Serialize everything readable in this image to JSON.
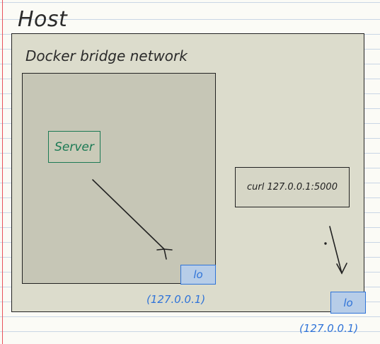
{
  "host": {
    "label": "Host"
  },
  "bridge": {
    "label": "Docker bridge network"
  },
  "server": {
    "label": "Server"
  },
  "curl": {
    "label": "curl 127.0.0.1:5000"
  },
  "inner_loopback": {
    "label": "lo",
    "address": "(127.0.0.1)"
  },
  "host_loopback": {
    "label": "lo",
    "address": "(127.0.0.1)"
  },
  "colors": {
    "ink": "#222222",
    "server": "#1b7a54",
    "loopback": "#2f73d8",
    "host_fill": "#dcdccc",
    "bridge_fill": "#c6c6b6",
    "paper_line": "#c9d6e5",
    "margin_line": "#e9525c"
  }
}
